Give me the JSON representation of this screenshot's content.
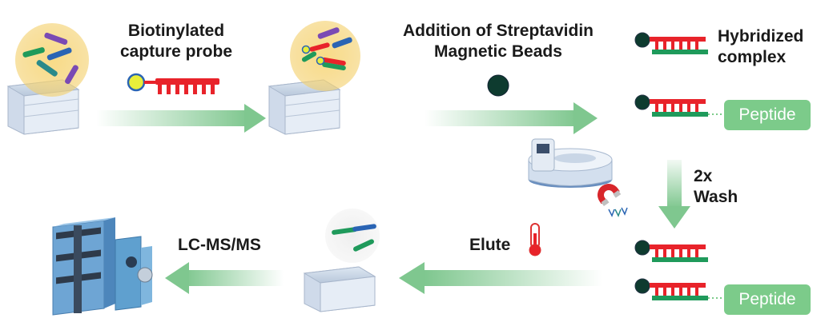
{
  "labels": {
    "capture_probe_line1": "Biotinylated",
    "capture_probe_line2": "capture probe",
    "beads_line1": "Addition of Streptavidin",
    "beads_line2": "Magnetic Beads",
    "hybridized_line1": "Hybridized",
    "hybridized_line2": "complex",
    "wash_line1": "2x",
    "wash_line2": "Wash",
    "elute": "Elute",
    "lcms": "LC-MS/MS",
    "peptide_top": "Peptide",
    "peptide_bottom": "Peptide"
  },
  "colors": {
    "probe_red": "#e8232a",
    "probe_green": "#1f9a5b",
    "bead": "#0e3b2f",
    "biotin_yellow": "#e8ee3a",
    "biotin_blue": "#2a64b4",
    "arrow_green": "#7fc78f",
    "peptide_box": "#7ccb8a",
    "strand_teal": "#2a8a8a",
    "strand_purple": "#7a4ab4"
  },
  "icons": [
    "plate-icon",
    "thermometer-icon",
    "magnet-icon",
    "instrument-icon",
    "lcms-system-icon"
  ]
}
